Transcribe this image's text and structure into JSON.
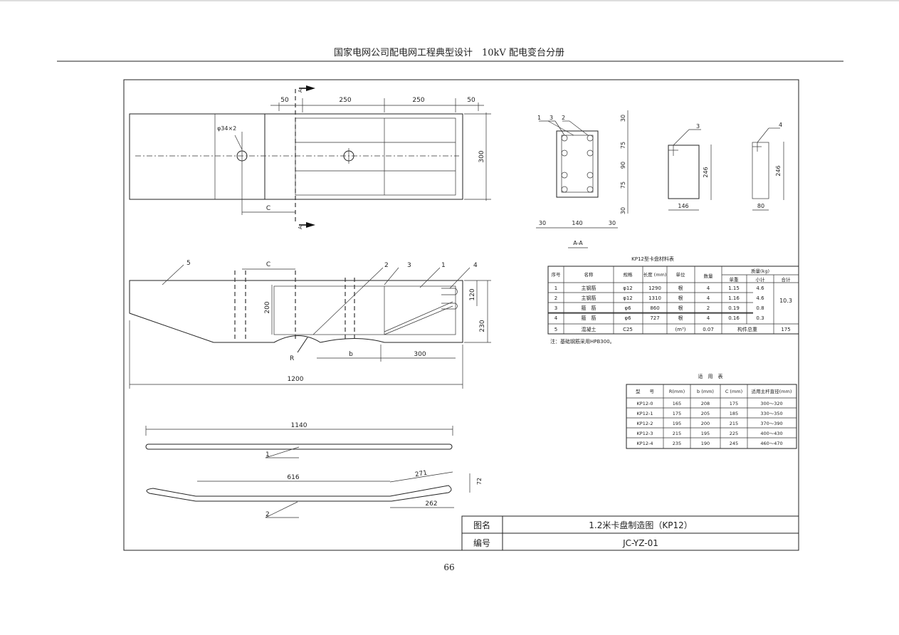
{
  "header": {
    "title": "国家电网公司配电网工程典型设计　10kV 配电变台分册"
  },
  "page_number": "66",
  "plan_view": {
    "dims_top": [
      "50",
      "250",
      "250",
      "50"
    ],
    "dim_right": "300",
    "hole_label": "φ34×2",
    "dim_c": "C",
    "section_mark": "A"
  },
  "elevation": {
    "leaders": [
      "5",
      "2",
      "3",
      "1",
      "4"
    ],
    "dim_c": "C",
    "dim_200": "200",
    "dim_120": "120",
    "dim_230": "230",
    "dim_r": "R",
    "dim_b": "b",
    "dim_300": "300",
    "dim_1200": "1200"
  },
  "section_aa": {
    "leaders": [
      "1",
      "3",
      "2"
    ],
    "vertical_dims": [
      "30",
      "75",
      "90",
      "75",
      "30"
    ],
    "horizontal_dims": [
      "30",
      "140",
      "30"
    ],
    "label": "A-A",
    "stirrup3": {
      "leader": "3",
      "height": "246",
      "width": "146"
    },
    "stirrup4": {
      "leader": "4",
      "height": "246",
      "width": "80"
    }
  },
  "rebar1": {
    "length": "1140",
    "leader": "1"
  },
  "rebar2": {
    "length": "616",
    "bend": "271",
    "bottom": "262",
    "rise": "72",
    "leader": "2"
  },
  "material_table": {
    "title": "KP12型卡盘材料表",
    "headers": [
      "序号",
      "名称",
      "规格",
      "长度 (mm)",
      "单位",
      "数量",
      "质量(kg)",
      "单重",
      "小计",
      "合计"
    ],
    "rows": [
      [
        "1",
        "主钢筋",
        "φ12",
        "1290",
        "根",
        "4",
        "1.15",
        "4.6"
      ],
      [
        "2",
        "主钢筋",
        "φ12",
        "1310",
        "根",
        "4",
        "1.16",
        "4.6"
      ],
      [
        "3",
        "箍　筋",
        "φ6",
        "860",
        "根",
        "2",
        "0.19",
        "0.8"
      ],
      [
        "4",
        "箍　筋",
        "φ6",
        "727",
        "根",
        "4",
        "0.16",
        "0.3"
      ]
    ],
    "total_steel": "10.3",
    "concrete_row": [
      "5",
      "混凝土",
      "C25",
      "",
      "(m³)",
      "0.07",
      "构件总重",
      "175"
    ],
    "note": "注：基础钢筋采用HPB300。"
  },
  "usage_table": {
    "title": "适　用　表",
    "headers": [
      "型　　号",
      "R(mm)",
      "b (mm)",
      "C (mm)",
      "适用主杆直径(mm)"
    ],
    "rows": [
      [
        "KP12-0",
        "165",
        "208",
        "175",
        "300～320"
      ],
      [
        "KP12-1",
        "175",
        "205",
        "185",
        "330～350"
      ],
      [
        "KP12-2",
        "195",
        "200",
        "215",
        "370～390"
      ],
      [
        "KP12-3",
        "215",
        "195",
        "225",
        "400～430"
      ],
      [
        "KP12-4",
        "235",
        "190",
        "245",
        "460～470"
      ]
    ]
  },
  "title_block": {
    "name_label": "图名",
    "name_value": "1.2米卡盘制造图（KP12）",
    "code_label": "编号",
    "code_value": "JC-YZ-01"
  }
}
